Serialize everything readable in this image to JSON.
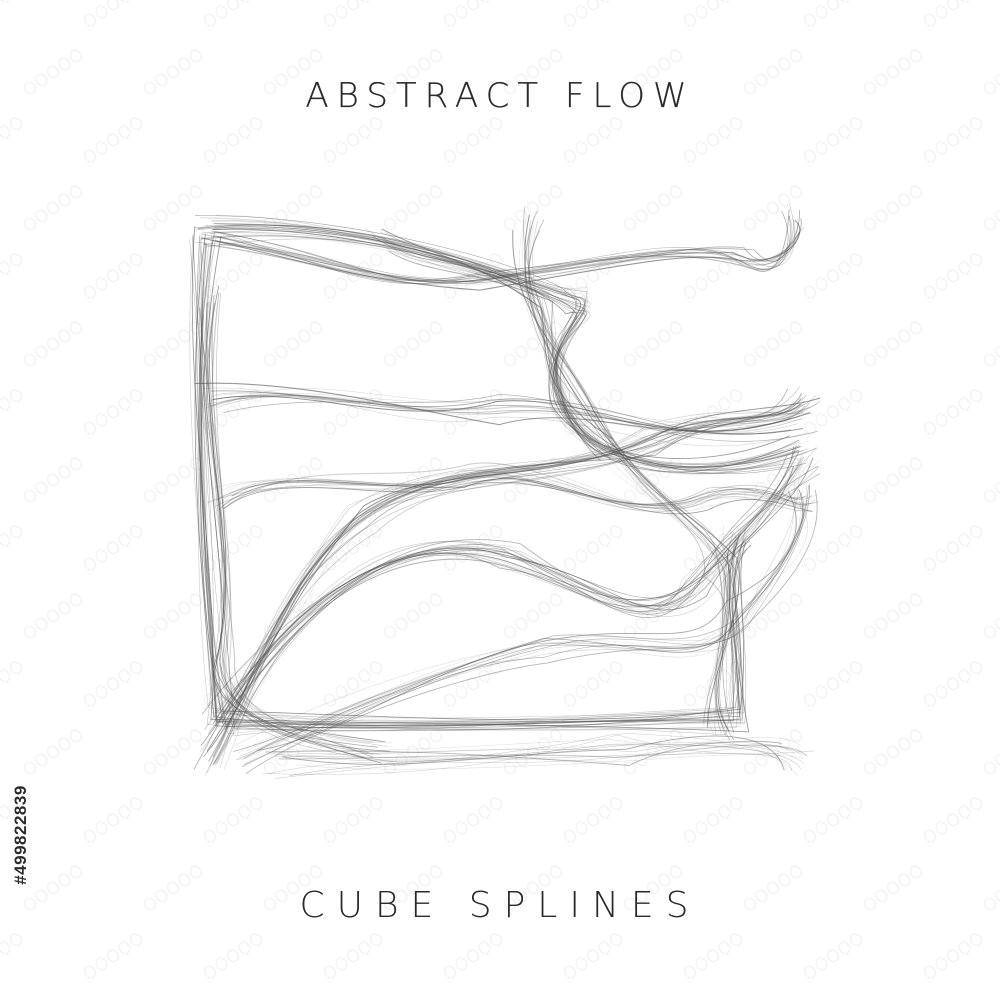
{
  "poster": {
    "title_top": "ABSTRACT FLOW",
    "title_bottom": "CUBE SPLINES",
    "stock_id": "#499822839",
    "line_color": "#555555",
    "background_color": "#ffffff"
  }
}
